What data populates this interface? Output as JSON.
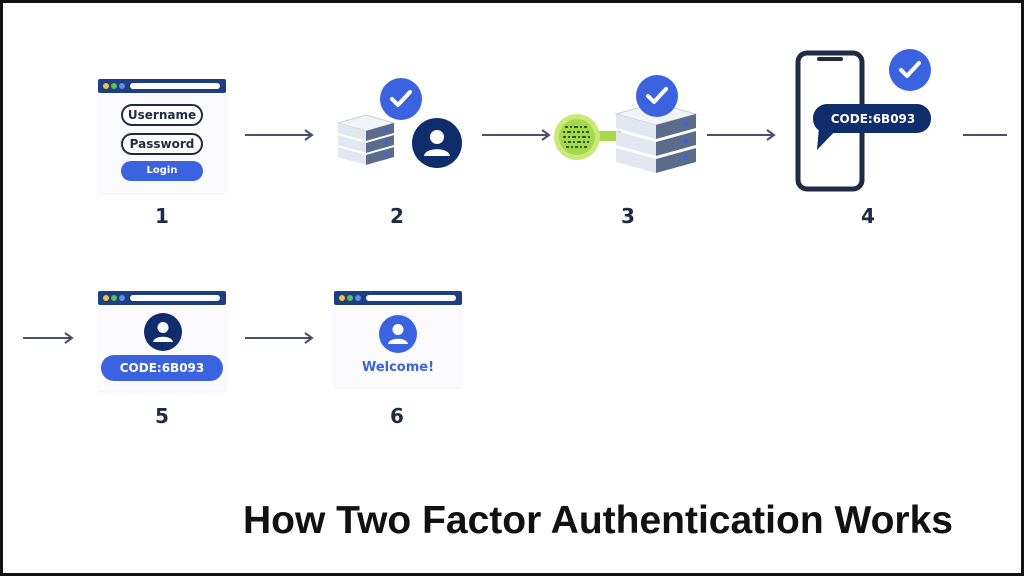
{
  "title": "How Two Factor Authentication Works",
  "colors": {
    "navy": "#1d3f80",
    "blue": "#3b63e0",
    "dark_blue": "#0f2d6b",
    "green": "#a6d84a",
    "arrow": "#4a5068",
    "server": "#5b6b8c"
  },
  "steps": [
    {
      "number": "1",
      "icons": [
        "browser-window-icon"
      ],
      "username_label": "Username",
      "password_label": "Password",
      "login_label": "Login"
    },
    {
      "number": "2",
      "icons": [
        "server-icon",
        "user-avatar-icon",
        "checkmark-icon"
      ]
    },
    {
      "number": "3",
      "icons": [
        "binary-key-icon",
        "server-icon",
        "checkmark-icon"
      ]
    },
    {
      "number": "4",
      "icons": [
        "smartphone-icon",
        "chat-bubble-icon",
        "checkmark-icon"
      ],
      "code": "CODE:6B093"
    },
    {
      "number": "5",
      "icons": [
        "browser-window-icon",
        "user-avatar-icon"
      ],
      "code": "CODE:6B093"
    },
    {
      "number": "6",
      "icons": [
        "browser-window-icon",
        "user-avatar-icon"
      ],
      "message": "Welcome!"
    }
  ]
}
